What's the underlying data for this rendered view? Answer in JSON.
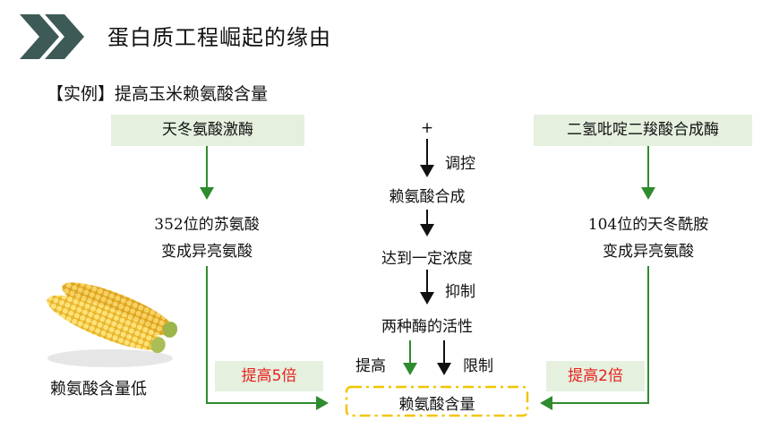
{
  "header": {
    "title": "蛋白质工程崛起的缘由"
  },
  "example": {
    "label": "【实例】提高玉米赖氨酸含量"
  },
  "left": {
    "enzyme": "天冬氨酸激酶",
    "mutation_line1": "352位的苏氨酸",
    "mutation_line2": "变成异亮氨酸",
    "increase": "提高5倍",
    "corn_caption": "赖氨酸含量低"
  },
  "right": {
    "enzyme": "二氢吡啶二羧酸合成酶",
    "mutation_line1": "104位的天冬酰胺",
    "mutation_line2": "变成异亮氨酸",
    "increase": "提高2倍"
  },
  "center": {
    "plus": "+",
    "regulate": "调控",
    "lys_synthesis": "赖氨酸合成",
    "reach_concentration": "达到一定浓度",
    "inhibit": "抑制",
    "two_enzymes_activity": "两种酶的活性",
    "raise": "提高",
    "limit": "限制",
    "lys_content": "赖氨酸含量"
  },
  "colors": {
    "green_arrow": "#2e8b2e",
    "red_text": "#e8201c",
    "box_fill": "#e5f0df",
    "dash_border": "#f2c500",
    "chevron": "#3d5a56"
  }
}
